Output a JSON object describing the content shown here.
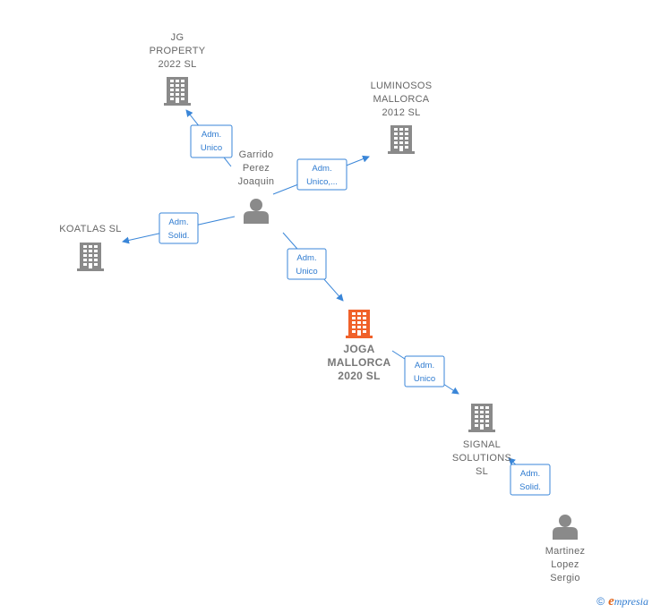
{
  "colors": {
    "company": "#8a8a8a",
    "company_main": "#f0612a",
    "person": "#8a8a8a",
    "edge": "#3a86d8"
  },
  "nodes": [
    {
      "id": "jg",
      "type": "company",
      "label": [
        "JG",
        "PROPERTY",
        "2022  SL"
      ]
    },
    {
      "id": "luminosos",
      "type": "company",
      "label": [
        "LUMINOSOS",
        "MALLORCA",
        "2012  SL"
      ]
    },
    {
      "id": "garrido",
      "type": "person",
      "label": [
        "Garrido",
        "Perez",
        "Joaquin"
      ]
    },
    {
      "id": "koatlas",
      "type": "company",
      "label": [
        "KOATLAS  SL"
      ]
    },
    {
      "id": "joga",
      "type": "company_main",
      "label": [
        "JOGA",
        "MALLORCA",
        "2020  SL"
      ]
    },
    {
      "id": "signal",
      "type": "company",
      "label": [
        "SIGNAL",
        "SOLUTIONS",
        "SL"
      ]
    },
    {
      "id": "martinez",
      "type": "person",
      "label": [
        "Martinez",
        "Lopez",
        "Sergio"
      ]
    }
  ],
  "edges": [
    {
      "from": "garrido",
      "to": "jg",
      "label": [
        "Adm.",
        "Unico"
      ]
    },
    {
      "from": "garrido",
      "to": "luminosos",
      "label": [
        "Adm.",
        "Unico,..."
      ]
    },
    {
      "from": "garrido",
      "to": "koatlas",
      "label": [
        "Adm.",
        "Solid."
      ]
    },
    {
      "from": "garrido",
      "to": "joga",
      "label": [
        "Adm.",
        "Unico"
      ]
    },
    {
      "from": "joga",
      "to": "signal",
      "label": [
        "Adm.",
        "Unico"
      ]
    },
    {
      "from": "martinez",
      "to": "signal",
      "label": [
        "Adm.",
        "Solid."
      ]
    }
  ],
  "footer": {
    "copyright": "©",
    "brand_e": "e",
    "brand_rest": "mpresia"
  }
}
